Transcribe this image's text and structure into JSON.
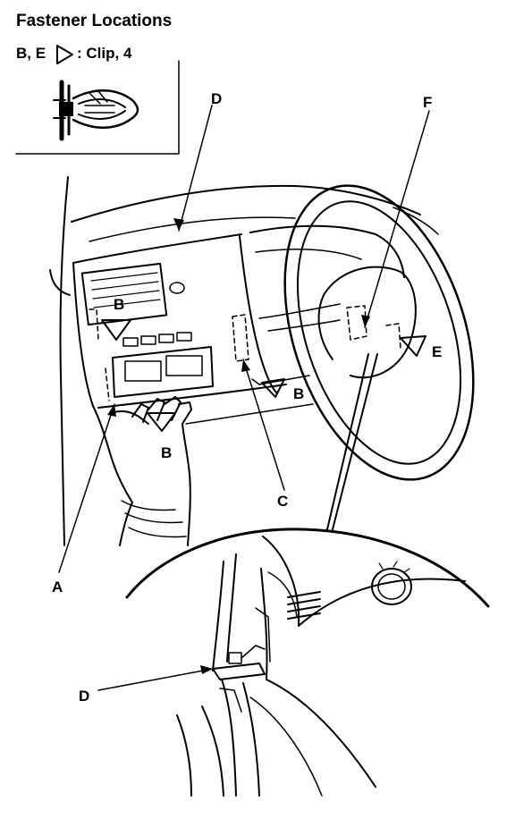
{
  "title": "Fastener Locations",
  "legend": {
    "prefix": "B, E",
    "text": ": Clip, 4"
  },
  "labels": {
    "A": "A",
    "B": "B",
    "C": "C",
    "D": "D",
    "E": "E",
    "F": "F"
  },
  "colors": {
    "ink": "#000000",
    "paper": "#ffffff"
  }
}
